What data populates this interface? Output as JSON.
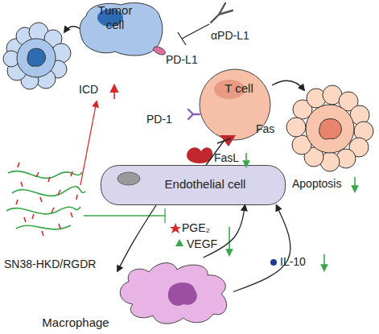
{
  "diagram": {
    "nodes": [
      {
        "text": [
          "Tumor cell"
        ]
      },
      {
        "text": [
          "T cell"
        ]
      },
      {
        "text": [
          "Endothelial cell"
        ]
      },
      {
        "text": [
          "Macrophage"
        ]
      }
    ],
    "edges": [
      {
        "from": 2,
        "to": 3,
        "arrow": "to"
      },
      {
        "from": 3,
        "to": 2,
        "arrow": "to"
      },
      {
        "from": 3,
        "to": 2,
        "arrow": "to"
      },
      {
        "from": 2,
        "to": 1,
        "arrow": "none"
      }
    ],
    "labels": [
      "αPD-L1",
      "PD-L1",
      "ICD",
      "PD-1",
      "Fas",
      "FasL",
      "Apoptosis",
      "SN38-HKD/RGDR",
      "PGE₂",
      "VEGF",
      "IL-10"
    ]
  }
}
